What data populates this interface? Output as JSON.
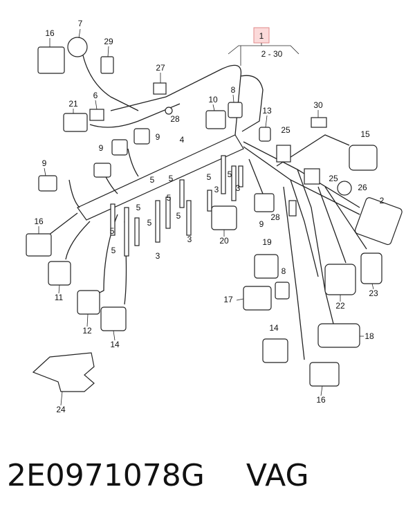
{
  "header": {
    "callout_label": "1",
    "range_label": "2 - 30"
  },
  "callouts": [
    "16",
    "7",
    "29",
    "27",
    "21",
    "6",
    "28",
    "10",
    "8",
    "13",
    "30",
    "9",
    "9",
    "4",
    "25",
    "15",
    "9",
    "5",
    "5",
    "25",
    "26",
    "3",
    "3",
    "2",
    "16",
    "5",
    "5",
    "5",
    "5",
    "5",
    "5",
    "28",
    "5",
    "3",
    "3",
    "5",
    "9",
    "20",
    "19",
    "11",
    "8",
    "17",
    "22",
    "23",
    "12",
    "14",
    "14",
    "18",
    "16",
    "24"
  ],
  "caption": {
    "part_number": "2E0971078G",
    "brand": "VAG"
  },
  "colors": {
    "callout_box_fill": "#fbdada",
    "callout_box_stroke": "#e08a8a",
    "line": "#222222"
  }
}
